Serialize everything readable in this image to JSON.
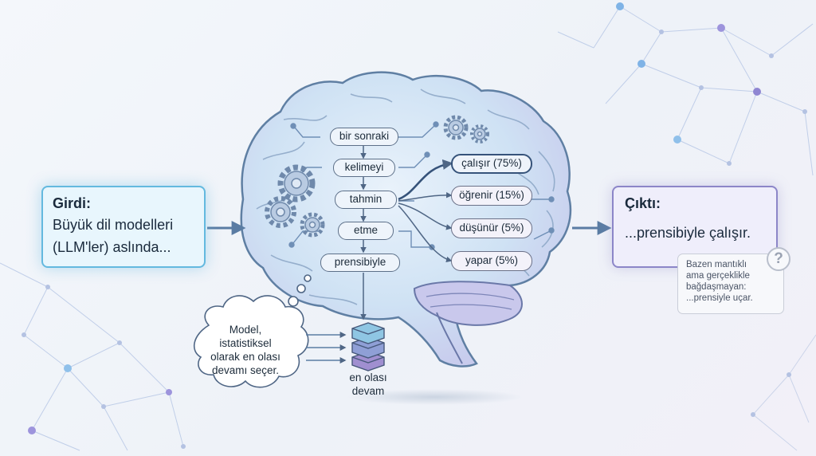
{
  "input": {
    "title": "Girdi:",
    "line1": "Büyük dil modelleri",
    "line2": "(LLM'ler) aslında..."
  },
  "output": {
    "title": "Çıktı:",
    "text": "...prensibiyle çalışır."
  },
  "note": {
    "line1": "Bazen mantıklı",
    "line2": "ama gerçeklikle",
    "line3": "bağdaşmayan:",
    "line4": "...prensiyle uçar.",
    "icon_glyph": "?"
  },
  "tokens": [
    "bir sonraki",
    "kelimeyi",
    "tahmin",
    "etme",
    "prensibiyle"
  ],
  "options": [
    {
      "label": "çalışır (75%)",
      "probability": 75
    },
    {
      "label": "öğrenir (15%)",
      "probability": 15
    },
    {
      "label": "düşünür (5%)",
      "probability": 5
    },
    {
      "label": "yapar (5%)",
      "probability": 5
    }
  ],
  "thought": {
    "line1": "Model,",
    "line2": "istatistiksel",
    "line3": "olarak en olası",
    "line4": "devamı seçer."
  },
  "stack": {
    "line1": "en olası",
    "line2": "devam"
  },
  "colors": {
    "input_border": "#63b9df",
    "output_border": "#8c86c8",
    "arrow": "#5a7ca3",
    "brain_fill": "#cfe2f4",
    "brain_outline": "#5f7fa3",
    "stack_top": "#8fc6e3",
    "stack_mid": "#8f9fd6",
    "stack_bottom": "#a08fd0"
  },
  "icons": {
    "brain": "brain-icon",
    "gears": "gear-icon",
    "thought_cloud": "thought-cloud-icon",
    "layer_stack": "layer-stack-icon",
    "question": "question-mark-icon"
  }
}
